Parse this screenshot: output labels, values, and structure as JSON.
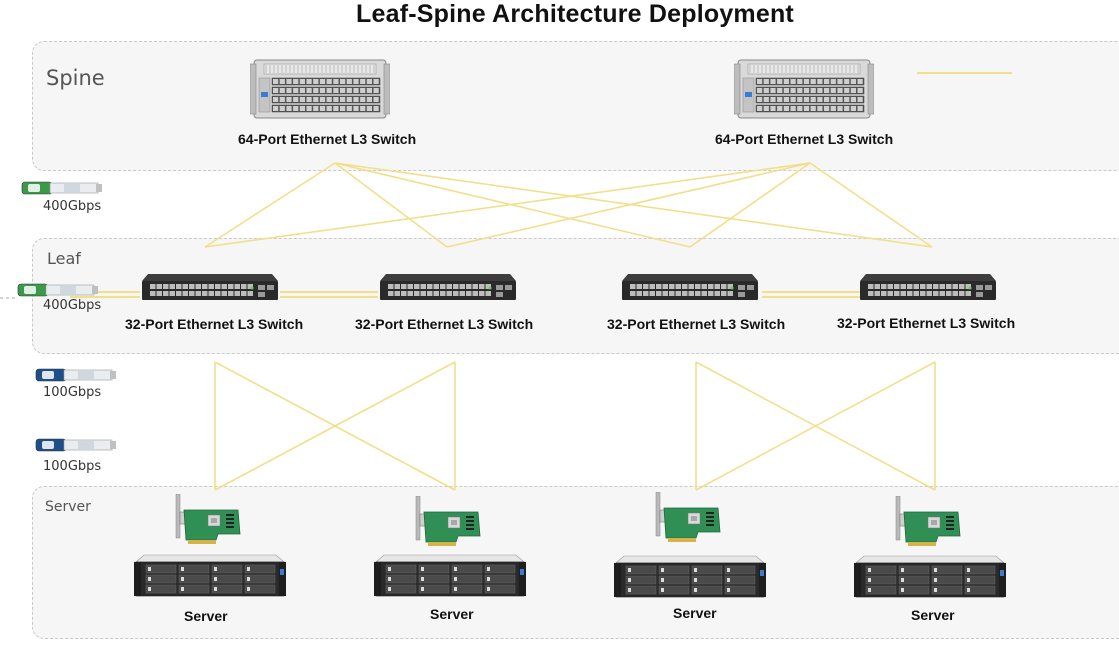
{
  "title": "Leaf-Spine Architecture Deployment",
  "zones": {
    "spine": "Spine",
    "leaf": "Leaf",
    "server": "Server"
  },
  "spine_switches": [
    {
      "label": "64-Port Ethernet L3 Switch"
    },
    {
      "label": "64-Port Ethernet L3 Switch"
    }
  ],
  "leaf_switches": [
    {
      "label": "32-Port Ethernet L3 Switch"
    },
    {
      "label": "32-Port Ethernet L3 Switch"
    },
    {
      "label": "32-Port Ethernet L3 Switch"
    },
    {
      "label": "32-Port Ethernet L3 Switch"
    }
  ],
  "servers": [
    {
      "label": "Server"
    },
    {
      "label": "Server"
    },
    {
      "label": "Server"
    },
    {
      "label": "Server"
    }
  ],
  "transceivers": [
    {
      "speed": "400Gbps",
      "color": "#3a9a4a"
    },
    {
      "speed": "400Gbps",
      "color": "#3a9a4a"
    },
    {
      "speed": "100Gbps",
      "color": "#1f4f8a"
    },
    {
      "speed": "100Gbps",
      "color": "#1f4f8a"
    }
  ],
  "colors": {
    "link": "#f2df8a",
    "zone_bg": "#f6f6f6",
    "switch_body": "#2a2a2a",
    "nic_board": "#2f8f55"
  }
}
